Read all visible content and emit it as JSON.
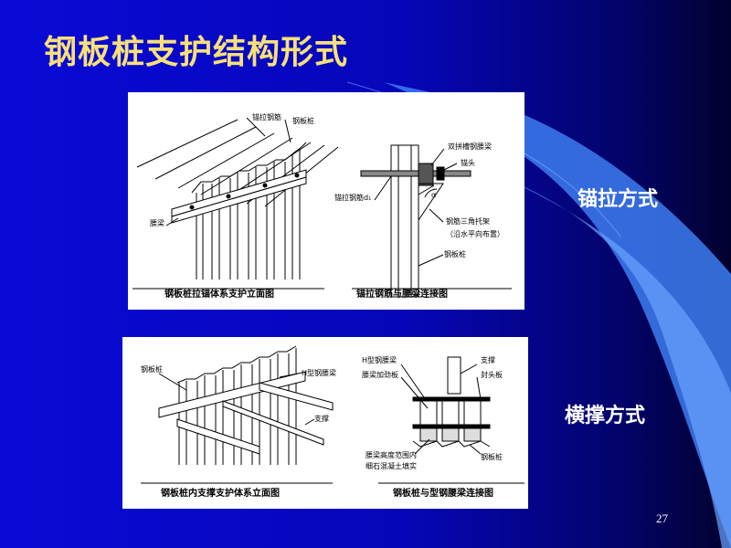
{
  "slide": {
    "title": "钢板桩支护结构形式",
    "page_number": "27",
    "label_anchor": "锚拉方式",
    "label_brace": "横撑方式"
  },
  "diagrams": {
    "anchor_elevation": {
      "caption": "钢板桩拉锚体系支护立面图",
      "labels": {
        "tie_rod": "锚拉钢筋",
        "sheet_pile": "钢板桩",
        "waling": "腰梁"
      }
    },
    "anchor_detail": {
      "caption": "锚拉钢筋与腰梁连接图",
      "labels": {
        "double_channel_waling": "双拼槽钢腰梁",
        "anchor_head": "锚头",
        "tie_rod_d": "锚拉钢筋d₁",
        "alpha": "α",
        "triangle_bracket": "钢筋三角托架",
        "bracket_note": "（沿水平向布置）",
        "sheet_pile": "钢板桩"
      }
    },
    "brace_elevation": {
      "caption": "钢板桩内支撑支护体系立面图",
      "labels": {
        "sheet_pile": "钢板桩",
        "h_waling": "H型钢腰梁",
        "strut": "支撑"
      }
    },
    "brace_detail": {
      "caption": "钢板桩与型钢腰梁连接图",
      "labels": {
        "h_waling": "H型钢腰梁",
        "stiffener": "腰梁加劲板",
        "strut": "支撑",
        "end_plate": "封头板",
        "fill_note_1": "腰梁高度范围内",
        "fill_note_2": "细石混凝土填实",
        "sheet_pile": "钢板桩"
      }
    }
  }
}
